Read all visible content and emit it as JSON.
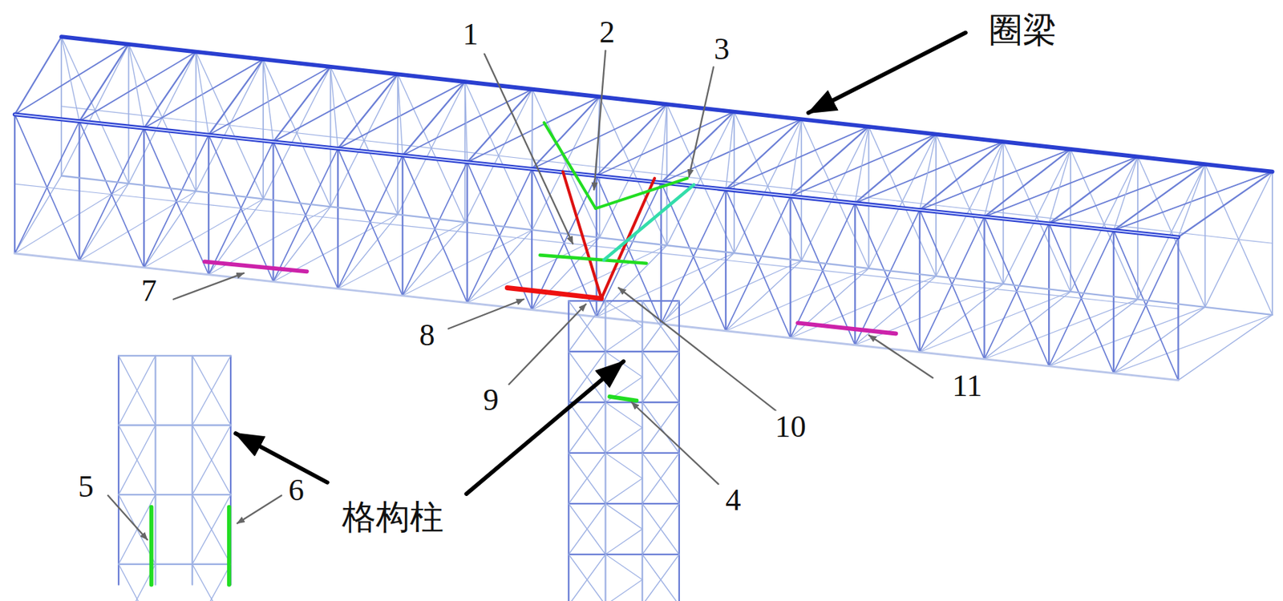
{
  "diagram": {
    "labels": [
      "圈梁",
      "1",
      "2",
      "3",
      "7",
      "8",
      "9",
      "10",
      "11",
      "5",
      "6",
      "格构柱",
      "4"
    ]
  }
}
